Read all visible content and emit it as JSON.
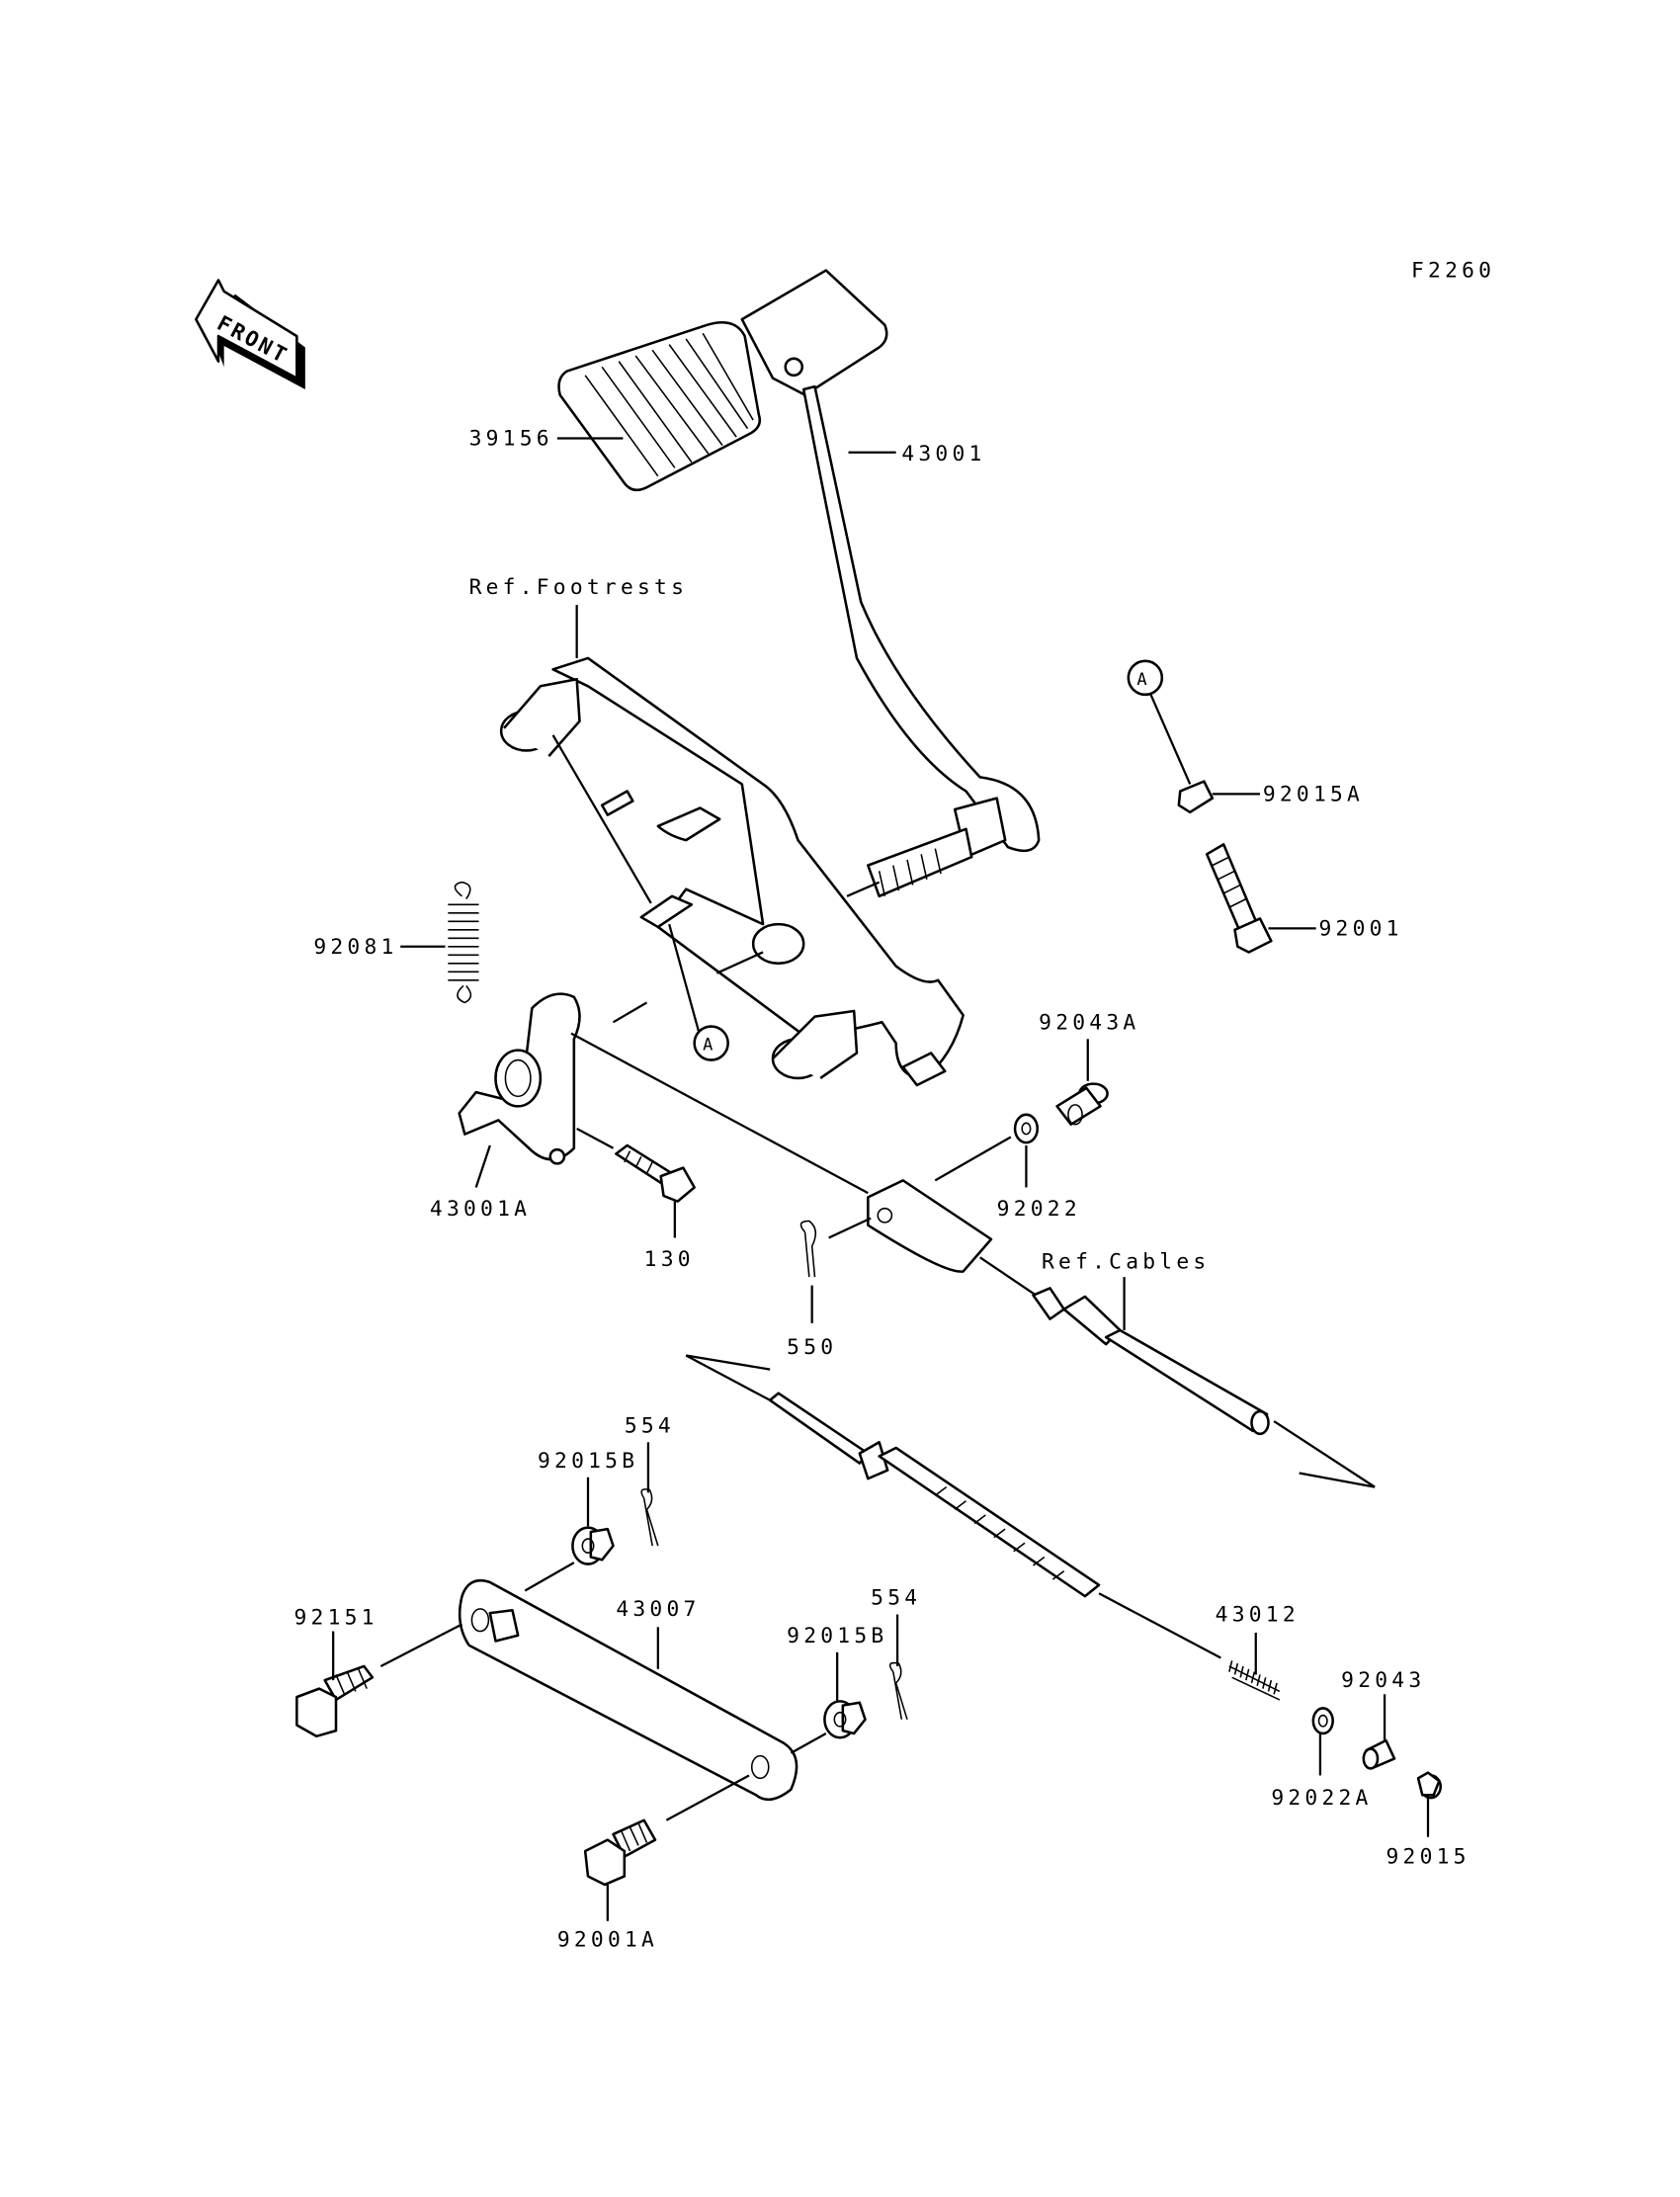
{
  "figure_code": "F2260",
  "front_indicator": "FRONT",
  "references": {
    "footrests": "Ref.Footrests",
    "cables": "Ref.Cables"
  },
  "callout_marker": "A",
  "part_labels": {
    "p39156": "39156",
    "p43001": "43001",
    "p92015A": "92015A",
    "p92001": "92001",
    "p92081": "92081",
    "p43001A": "43001A",
    "p130": "130",
    "p92043A": "92043A",
    "p92022": "92022",
    "p550": "550",
    "p554a": "554",
    "p92015Ba": "92015B",
    "p92151": "92151",
    "p43007": "43007",
    "p92015Bb": "92015B",
    "p554b": "554",
    "p43012": "43012",
    "p92043": "92043",
    "p92022A": "92022A",
    "p92015": "92015",
    "p92001A": "92001A"
  }
}
